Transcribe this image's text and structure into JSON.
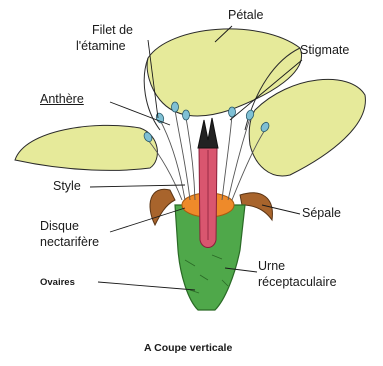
{
  "labels": {
    "petale": "Pétale",
    "filet_line1": "Filet de",
    "filet_line2": "l'étamine",
    "stigmate": "Stigmate",
    "anthere": "Anthère",
    "style": "Style",
    "sepale": "Sépale",
    "disque_line1": "Disque",
    "disque_line2": "nectarifère",
    "urne_line1": "Urne",
    "urne_line2": "réceptaculaire",
    "ovaires": "Ovaires"
  },
  "caption": "A Coupe verticale",
  "colors": {
    "petal_fill": "#e6ea9a",
    "receptacle": "#4fa84a",
    "style": "#d9566f",
    "disc": "#ee8a2a",
    "sepal": "#a8642c",
    "anther": "#7fc0d4",
    "outline": "#2a2a2a"
  }
}
